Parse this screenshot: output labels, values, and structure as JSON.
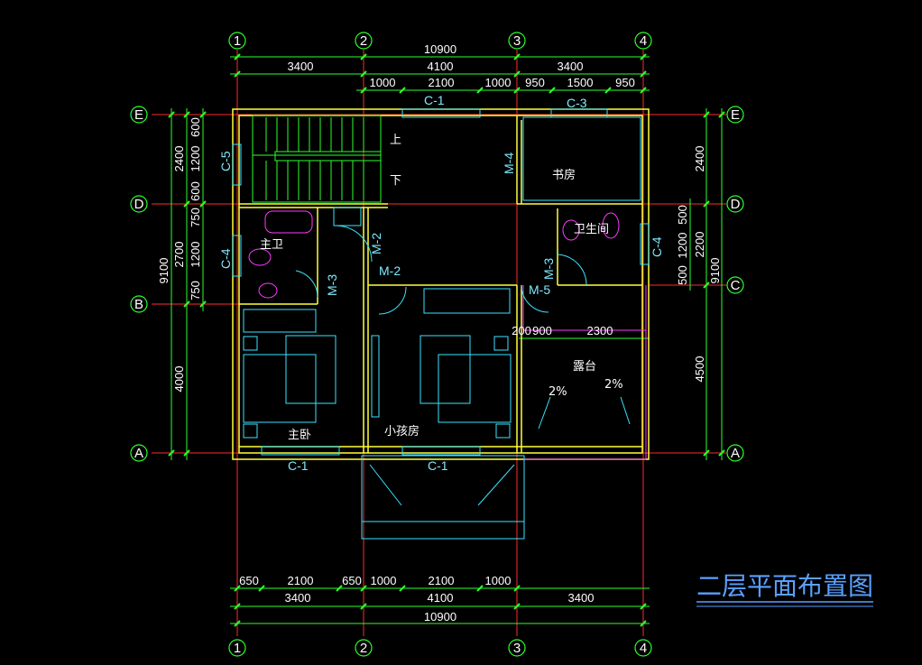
{
  "title": "二层平面布置图",
  "axes": {
    "columns": [
      "1",
      "2",
      "3",
      "4"
    ],
    "rows": [
      "E",
      "D",
      "C",
      "B",
      "A"
    ]
  },
  "dims": {
    "total": "10900",
    "spans": [
      "3400",
      "4100",
      "3400"
    ],
    "top_sub": [
      "1000",
      "2100",
      "1000",
      "950",
      "1500",
      "950"
    ],
    "bot_sub": [
      "650",
      "2100",
      "650",
      "1000",
      "2100",
      "1000"
    ],
    "left_total": "9100",
    "left_mid": [
      "2400",
      "2700",
      "4000"
    ],
    "left_sub": [
      "600",
      "1200",
      "600",
      "750",
      "1200",
      "750"
    ],
    "right_total": "9100",
    "right_mid": [
      "2400",
      "2200",
      "4500"
    ],
    "right_sub": [
      "500",
      "1200",
      "500"
    ],
    "balcony": [
      "200",
      "900",
      "2300"
    ]
  },
  "labels": {
    "c1": "C-1",
    "c3": "C-3",
    "c5": "C-5",
    "c4": "C-4",
    "m4": "M-4",
    "m2": "M-2",
    "m3": "M-3",
    "m5": "M-5",
    "up": "上",
    "down": "下",
    "slope": "2%"
  },
  "rooms": {
    "study": "书房",
    "bath2": "卫生间",
    "master_bath": "主卫",
    "master": "主卧",
    "kid": "小孩房",
    "terrace": "露台"
  }
}
